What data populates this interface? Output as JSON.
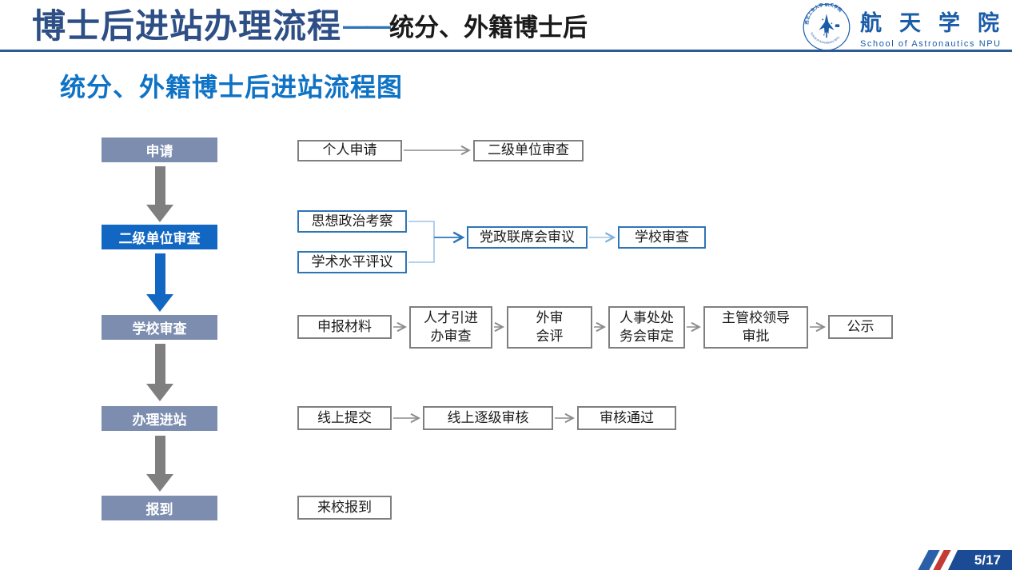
{
  "slide": {
    "title_main": "博士后进站办理流程",
    "title_dash": "——",
    "title_suffix": "统分、外籍博士后",
    "subtitle": "统分、外籍博士后进站流程图",
    "page_number": "5/17"
  },
  "logo": {
    "name_cn": "航天学院",
    "name_en": "School  of  Astronautics  NPU",
    "emblem_top_text": "西北工业大学 航天学院",
    "emblem_bottom_text": "School of Astronautics NPU"
  },
  "colors": {
    "title_navy": "#2E4F85",
    "accent_blue": "#2E75B6",
    "bright_blue": "#0E72C5",
    "stage_slate": "#7C8DAF",
    "stage_blue": "#1267C2",
    "box_border_gray": "#7F7F7F",
    "connector_light_blue": "#9DC3E6",
    "footer_navy": "#1A4B94",
    "footer_red": "#C53A32"
  },
  "flowchart": {
    "stages": [
      {
        "label": "申请"
      },
      {
        "label": "二级单位审查"
      },
      {
        "label": "学校审查"
      },
      {
        "label": "办理进站"
      },
      {
        "label": "报到"
      }
    ],
    "row1": {
      "steps": [
        "个人申请",
        "二级单位审查"
      ]
    },
    "row2": {
      "steps": [
        "思想政治考察",
        "学术水平评议",
        "党政联席会审议",
        "学校审查"
      ]
    },
    "row3": {
      "steps": [
        "申报材料",
        "人才引进\n办审查",
        "外审\n会评",
        "人事处处\n务会审定",
        "主管校领导\n审批",
        "公示"
      ]
    },
    "row4": {
      "steps": [
        "线上提交",
        "线上逐级审核",
        "审核通过"
      ]
    },
    "row5": {
      "steps": [
        "来校报到"
      ]
    }
  }
}
